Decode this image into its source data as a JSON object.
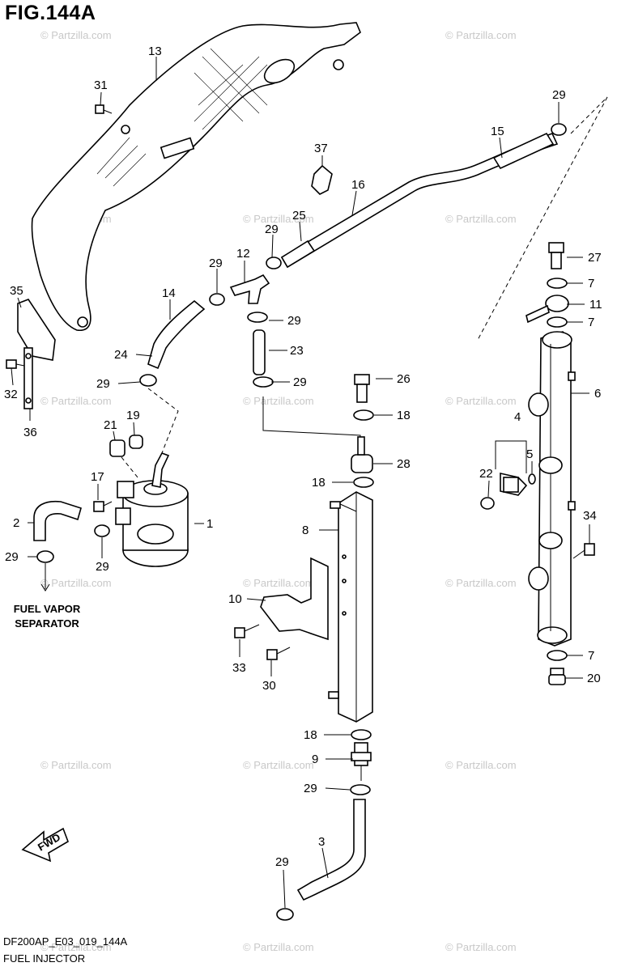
{
  "figure": {
    "title": "FIG.144A",
    "model_code": "DF200AP_E03_019_144A",
    "section_name": "FUEL INJECTOR",
    "note": [
      "FUEL VAPOR",
      "SEPARATOR"
    ],
    "fwd_label": "FWD",
    "watermark": "© Partzilla.com"
  },
  "callouts": [
    "1",
    "2",
    "3",
    "4",
    "5",
    "6",
    "7",
    "7",
    "7",
    "8",
    "9",
    "10",
    "11",
    "12",
    "13",
    "14",
    "15",
    "16",
    "17",
    "18",
    "18",
    "18",
    "19",
    "20",
    "21",
    "22",
    "23",
    "24",
    "25",
    "26",
    "27",
    "28",
    "29",
    "29",
    "29",
    "29",
    "29",
    "29",
    "29",
    "29",
    "29",
    "29",
    "30",
    "31",
    "32",
    "33",
    "34",
    "35",
    "36",
    "37"
  ]
}
